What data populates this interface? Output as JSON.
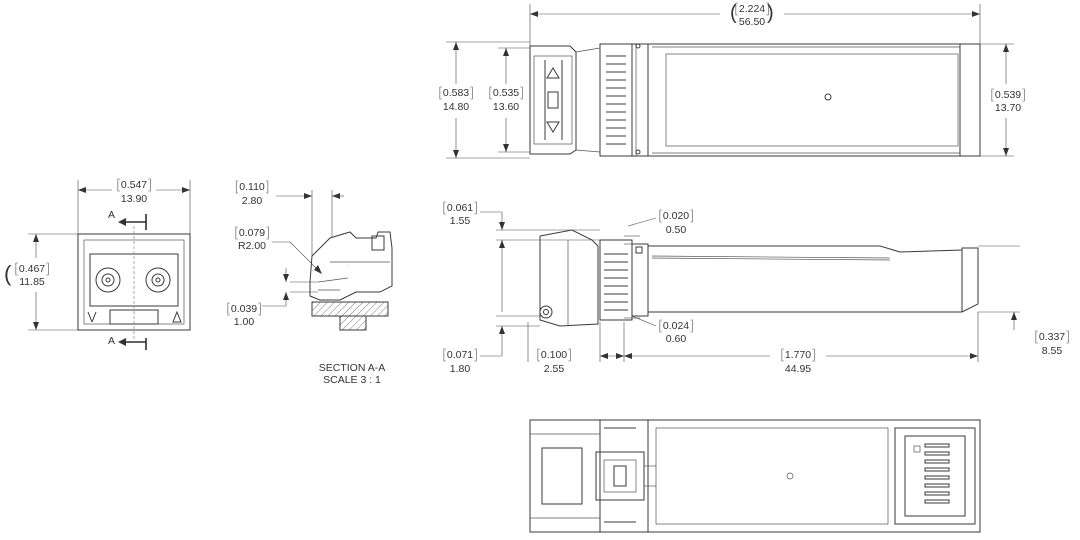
{
  "dimensions": {
    "overall_length": {
      "in": "2.224",
      "mm": "56.50"
    },
    "top_height_outer": {
      "in": "0.583",
      "mm": "14.80"
    },
    "top_height_inner": {
      "in": "0.535",
      "mm": "13.60"
    },
    "top_height_right": {
      "in": "0.539",
      "mm": "13.70"
    },
    "front_width": {
      "in": "0.547",
      "mm": "13.90"
    },
    "front_height": {
      "in": "0.467",
      "mm": "11.85"
    },
    "section_depth": {
      "in": "0.110",
      "mm": "2.80"
    },
    "section_radius": {
      "in": "0.079",
      "mm": "R2.00"
    },
    "section_step": {
      "in": "0.039",
      "mm": "1.00"
    },
    "side_top_offset": {
      "in": "0.061",
      "mm": "1.55"
    },
    "side_tab_height": {
      "in": "0.020",
      "mm": "0.50"
    },
    "side_tab_low": {
      "in": "0.024",
      "mm": "0.60"
    },
    "side_bottom_offset": {
      "in": "0.071",
      "mm": "1.80"
    },
    "latch_length": {
      "in": "0.100",
      "mm": "2.55"
    },
    "body_length": {
      "in": "1.770",
      "mm": "44.95"
    },
    "side_height": {
      "in": "0.337",
      "mm": "8.55"
    }
  },
  "section_marker": "A",
  "section_title": "SECTION A-A",
  "section_scale": "SCALE 3 : 1",
  "colors": {
    "line": "#3a3a3a",
    "text": "#333333",
    "background": "#ffffff"
  }
}
